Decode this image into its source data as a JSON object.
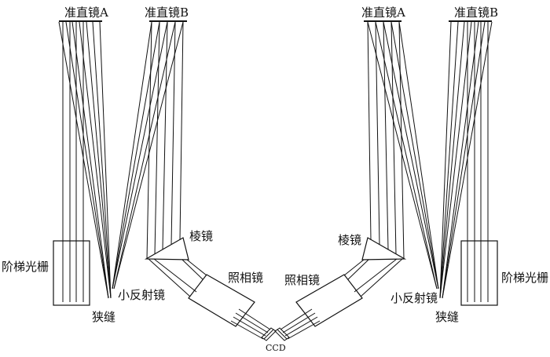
{
  "labels": {
    "left_collimator_a": "准直镜A",
    "left_collimator_b": "准直镜B",
    "right_collimator_a": "准直镜A",
    "right_collimator_b": "准直镜B",
    "left_grating": "阶梯光栅",
    "right_grating": "阶梯光栅",
    "left_prism": "棱镜",
    "right_prism": "棱镜",
    "left_camera_lens": "照相镜",
    "right_camera_lens": "照相镜",
    "left_small_mirror": "小反射镜",
    "right_small_mirror": "小反射镜",
    "left_slit": "狭缝",
    "right_slit": "狭缝",
    "ccd": "CCD"
  }
}
